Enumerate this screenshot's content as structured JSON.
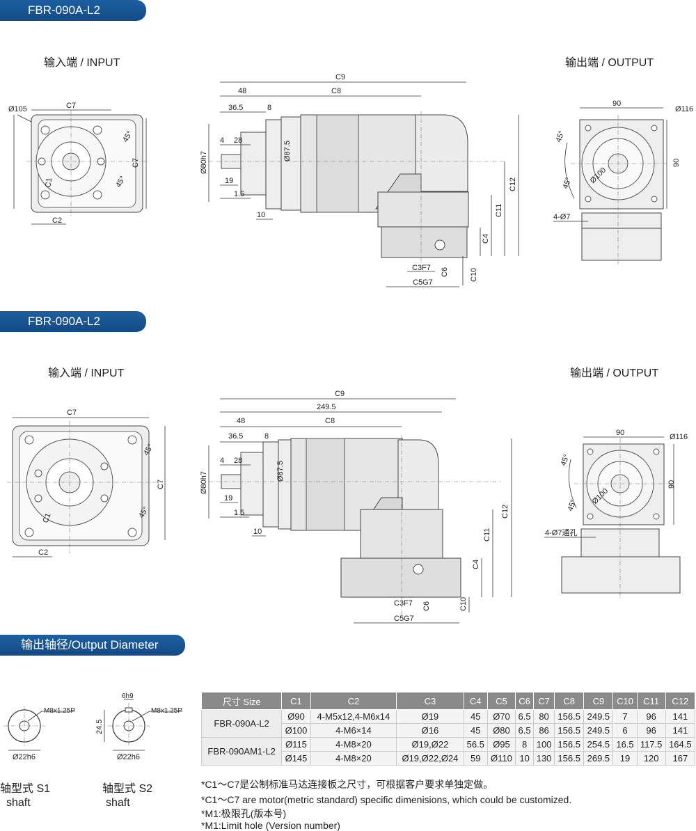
{
  "sections": {
    "top_title": "FBR-090A-L2",
    "mid_title": "FBR-090A-L2",
    "output_title": "输出轴径/Output Diameter"
  },
  "views": {
    "input_label": "输入端 / INPUT",
    "output_label": "输出端 / OUTPUT"
  },
  "top_dims": {
    "input": {
      "phi105": "Ø105",
      "c7": "C7",
      "c7v": "C7",
      "a45a": "45°",
      "a45b": "45°",
      "c1": "C1",
      "c2": "C2"
    },
    "side": {
      "c9": "C9",
      "d48": "48",
      "c8": "C8",
      "d365": "36.5",
      "d8": "8",
      "phi80": "Ø80h7",
      "d4": "4",
      "d28": "28",
      "phi875": "Ø87.5",
      "d19": "19",
      "d15": "1.5",
      "d10": "10",
      "c12": "C12",
      "c11": "C11",
      "c4": "C4",
      "c3f7": "C3F7",
      "c6": "C6",
      "c10": "C10",
      "c5g7": "C5G7"
    },
    "output": {
      "d90": "90",
      "phi116": "Ø116",
      "a45a": "45°",
      "d90v": "90",
      "a45b": "45°",
      "phi100": "Ø100",
      "hole": "4-Ø7"
    }
  },
  "mid_dims": {
    "input": {
      "c7": "C7",
      "c7v": "C7",
      "a45a": "45°",
      "a45b": "45°",
      "c1": "C1",
      "c2": "C2"
    },
    "side": {
      "c9": "C9",
      "d2495": "249.5",
      "d48": "48",
      "c8": "C8",
      "d365": "36.5",
      "d8": "8",
      "phi80": "Ø80h7",
      "d4": "4",
      "d28": "28",
      "phi875": "Ø87.5",
      "d19": "19",
      "d15": "1.5",
      "d10": "10",
      "c12": "C12",
      "c11": "C11",
      "c4": "C4",
      "c3f7": "C3F7",
      "c6": "C6",
      "c10": "C10",
      "c5g7": "C5G7"
    },
    "output": {
      "d90": "90",
      "phi116": "Ø116",
      "a45a": "45°",
      "d90v": "90",
      "a45b": "45°",
      "phi100": "Ø100",
      "hole": "4-Ø7通孔"
    }
  },
  "shafts": {
    "s1": {
      "thread": "M8x1.25P",
      "dia": "Ø22h6",
      "label_cn": "轴型式 S1",
      "label_en": "shaft"
    },
    "s2": {
      "key": "6h9",
      "d245": "24.5",
      "thread": "M8x1.25P",
      "dia": "Ø22h6",
      "label_cn": "轴型式 S2",
      "label_en": "shaft"
    }
  },
  "table": {
    "headers": [
      "尺寸 Size",
      "C1",
      "C2",
      "C3",
      "C4",
      "C5",
      "C6",
      "C7",
      "C8",
      "C9",
      "C10",
      "C11",
      "C12"
    ],
    "groups": [
      {
        "model": "FBR-090A-L2",
        "rows": [
          [
            "Ø90",
            "4-M5x12,4-M6x14",
            "Ø19",
            "45",
            "Ø70",
            "6.5",
            "80",
            "156.5",
            "249.5",
            "7",
            "96",
            "141"
          ],
          [
            "Ø100",
            "4-M6×14",
            "Ø16",
            "45",
            "Ø80",
            "6.5",
            "86",
            "156.5",
            "249.5",
            "6",
            "96",
            "141"
          ]
        ]
      },
      {
        "model": "FBR-090AM1-L2",
        "rows": [
          [
            "Ø115",
            "4-M8×20",
            "Ø19,Ø22",
            "56.5",
            "Ø95",
            "8",
            "100",
            "156.5",
            "254.5",
            "16.5",
            "117.5",
            "164.5"
          ],
          [
            "Ø145",
            "4-M8×20",
            "Ø19,Ø22,Ø24",
            "59",
            "Ø110",
            "10",
            "130",
            "156.5",
            "269.5",
            "19",
            "120",
            "167"
          ]
        ]
      }
    ]
  },
  "notes": [
    "*C1～C7是公制标准马达连接板之尺寸，可根据客户要求单独定做。",
    "*C1～C7 are motor(metric standard) specific dimenisions, which could be customized.",
    "*M1:极限孔(版本号)",
    "*M1:Limit hole (Version number)"
  ]
}
